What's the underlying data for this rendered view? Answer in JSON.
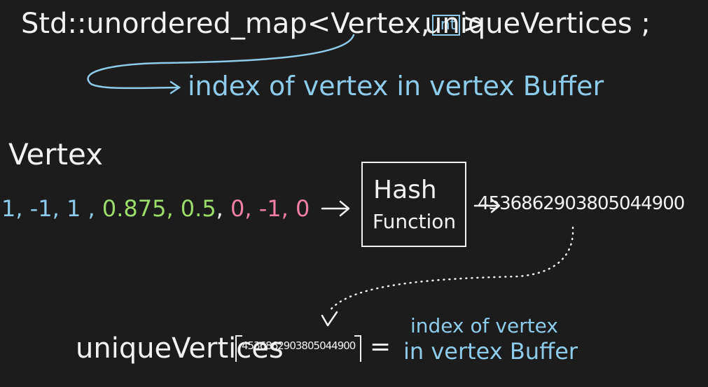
{
  "declaration": {
    "type_part": "Std::unordered_map<Vertex,",
    "int_token": "int",
    "close": ">",
    "variable": "uniqueVertices ;"
  },
  "annotation_top": "index of vertex  in  vertex Buffer",
  "vertex_label": "Vertex",
  "vertex_values": {
    "position": "1, -1, 1 ,",
    "texcoord": "0.875, 0.5",
    "normal": "0, -1, 0",
    "separator": ","
  },
  "hash_function": {
    "line1": "Hash",
    "line2": "Function"
  },
  "hash_output": "4536862903805044900",
  "lookup": {
    "name": "uniqueVertices",
    "key": "4536862903805044900",
    "equals": "="
  },
  "annotation_bottom": {
    "line1": "index of vertex",
    "line2": "in  vertex Buffer"
  },
  "colors": {
    "background": "#1c1c1c",
    "chalk_white": "#f2f2f2",
    "blue": "#8ecbea",
    "green": "#9bdc6a",
    "pink": "#f17fa3"
  }
}
